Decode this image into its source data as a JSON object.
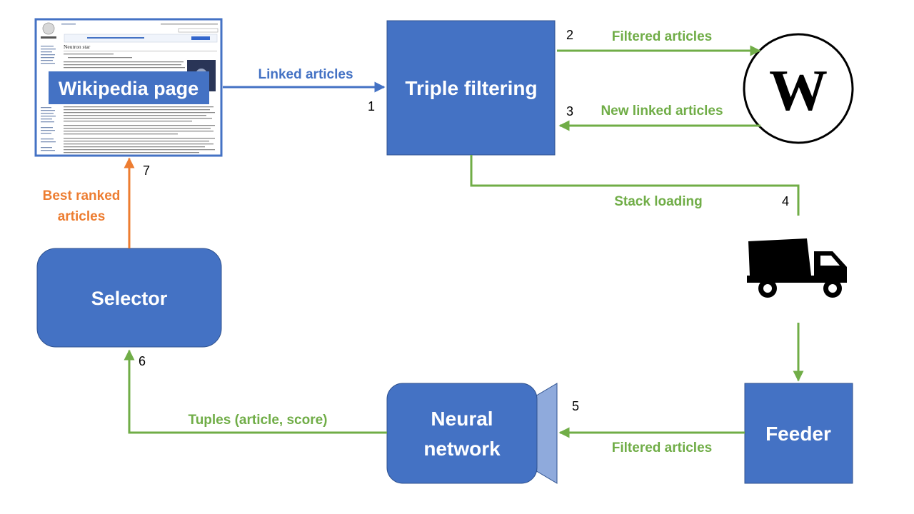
{
  "nodes": {
    "wikipedia_page": {
      "label": "Wikipedia page",
      "thumbnail_title": "Neutron star"
    },
    "triple_filtering": {
      "label": "Triple filtering"
    },
    "wikipedia_logo": {
      "letter": "W"
    },
    "selector": {
      "label": "Selector"
    },
    "neural_network": {
      "label_line1": "Neural",
      "label_line2": "network"
    },
    "feeder": {
      "label": "Feeder"
    }
  },
  "edges": {
    "linked_articles": {
      "label": "Linked articles",
      "step": "1"
    },
    "filtered_articles_top": {
      "label": "Filtered articles",
      "step": "2"
    },
    "new_linked_articles": {
      "label": "New linked articles",
      "step": "3"
    },
    "stack_loading": {
      "label": "Stack loading",
      "step": "4"
    },
    "filtered_articles_bottom": {
      "label": "Filtered articles",
      "step": "5"
    },
    "tuples": {
      "label": "Tuples (article, score)",
      "step": "6"
    },
    "best_ranked": {
      "label_line1": "Best ranked",
      "label_line2": "articles",
      "step": "7"
    }
  },
  "colors": {
    "box_fill": "#4472C4",
    "box_stroke": "#2F528F",
    "blue_arrow": "#4472C4",
    "green_arrow": "#70AD47",
    "orange_arrow": "#ED7D31",
    "cone_fill": "#8FAADC"
  },
  "icons": {
    "truck": "dump-truck-icon",
    "logo": "wikipedia-logo-icon"
  }
}
